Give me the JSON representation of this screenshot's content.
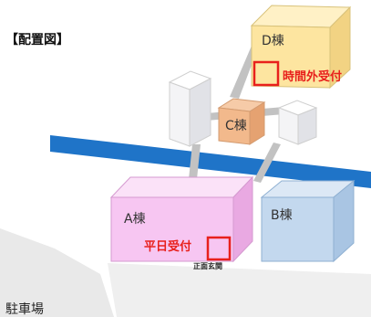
{
  "title": "【配置図】",
  "buildings": {
    "a": "A棟",
    "b": "B棟",
    "c": "C棟",
    "d": "D棟"
  },
  "reception": {
    "after_hours": "時間外受付",
    "weekday": "平日受付"
  },
  "main_entrance": "正面玄関",
  "parking": "駐車場",
  "colors": {
    "building_a": "#f7c6f2",
    "building_b": "#c3d8ee",
    "building_c": "#f2b98c",
    "building_d": "#fde5a0",
    "river": "#1f74c8",
    "corridor": "#c2c2c2",
    "reception_marker": "#e8201c"
  }
}
